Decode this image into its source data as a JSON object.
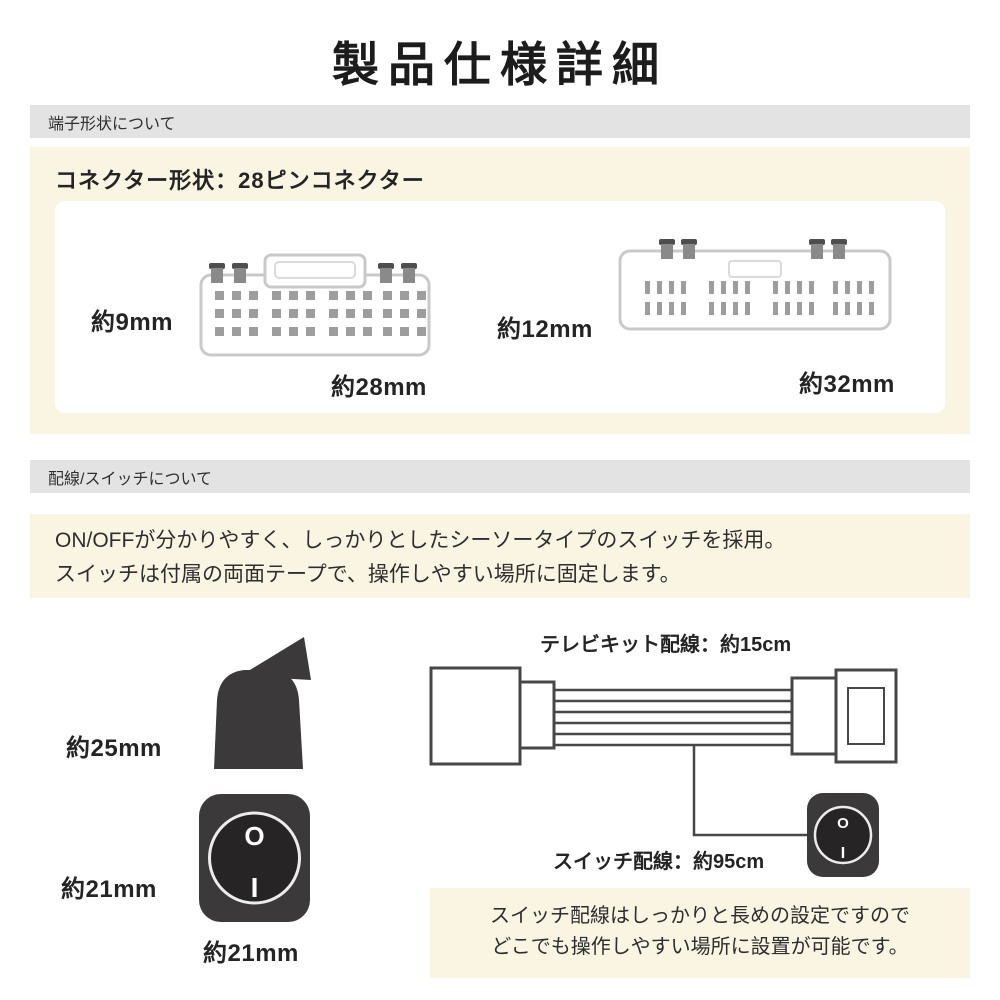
{
  "page": {
    "title": "製品仕様詳細"
  },
  "colors": {
    "cream_panel": "#f9f5e2",
    "section_bar_gray": "#e3e3e3",
    "switch_body_dark": "#3b393a",
    "diagram_line": "#474747"
  },
  "terminal_section": {
    "header": "端子形状について",
    "connector_heading": "コネクター形状：28ピンコネクター",
    "connector_left": {
      "height_label": "約9mm",
      "width_label": "約28mm"
    },
    "connector_right": {
      "height_label": "約12mm",
      "width_label": "約32mm"
    }
  },
  "wiring_section": {
    "header": "配線/スイッチについて",
    "description_line1": "ON/OFFが分かりやすく、しっかりとしたシーソータイプのスイッチを採用。",
    "description_line2": "スイッチは付属の両面テープで、操作しやすい場所に固定します。",
    "switch_side_height_label": "約25mm",
    "switch_front_height_label": "約21mm",
    "switch_front_width_label": "約21mm",
    "tvkit_wiring_label": "テレビキット配線：約15cm",
    "switch_wiring_label": "スイッチ配線：約95cm",
    "note_line1": "スイッチ配線はしっかりと長めの設定ですので",
    "note_line2": "どこでも操作しやすい場所に設置が可能です。",
    "switch_markers": {
      "on": "O",
      "off": "I"
    }
  }
}
